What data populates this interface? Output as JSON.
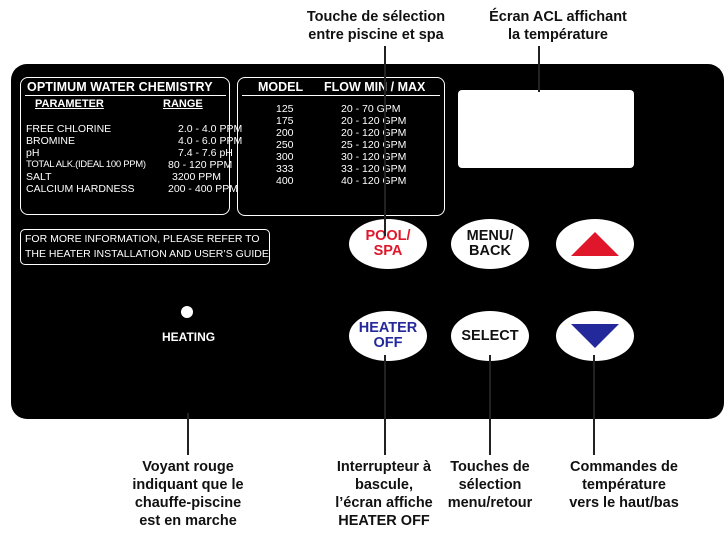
{
  "callouts": {
    "pool_spa": [
      "Touche de sélection",
      "entre piscine et spa"
    ],
    "lcd": [
      "Écran ACL affichant",
      "la température"
    ],
    "heating_led": [
      "Voyant rouge",
      "indiquant que le",
      "chauffe-piscine",
      "est en marche"
    ],
    "heater_off": [
      "Interrupteur à",
      "bascule,",
      "l’écran affiche",
      "HEATER OFF"
    ],
    "menu_select": [
      "Touches de",
      "sélection",
      "menu/retour"
    ],
    "temp": [
      "Commandes de",
      "température",
      "vers le haut/bas"
    ]
  },
  "chemistry": {
    "title": "OPTIMUM WATER CHEMISTRY",
    "col_parameter": "PARAMETER",
    "col_range": "RANGE",
    "rows": [
      {
        "parameter": "FREE CHLORINE",
        "range": "2.0 - 4.0 PPM"
      },
      {
        "parameter": "BROMINE",
        "range": "4.0 - 6.0 PPM"
      },
      {
        "parameter": "pH",
        "range": "7.4 - 7.6 pH"
      },
      {
        "parameter": "TOTAL ALK.(IDEAL 100 PPM)",
        "range": "80 - 120 PPM"
      },
      {
        "parameter": "SALT",
        "range": "3200 PPM"
      },
      {
        "parameter": "CALCIUM HARDNESS",
        "range": "200 - 400 PPM"
      }
    ]
  },
  "flow": {
    "col_model": "MODEL",
    "col_flow": "FLOW MIN / MAX",
    "rows": [
      {
        "model": "125",
        "flow": "20 - 70 GPM"
      },
      {
        "model": "175",
        "flow": "20 - 120 GPM"
      },
      {
        "model": "200",
        "flow": "20 - 120 GPM"
      },
      {
        "model": "250",
        "flow": "25 - 120 GPM"
      },
      {
        "model": "300",
        "flow": "30 - 120 GPM"
      },
      {
        "model": "333",
        "flow": "33 - 120 GPM"
      },
      {
        "model": "400",
        "flow": "40 - 120 GPM"
      }
    ]
  },
  "info": [
    "FOR MORE INFORMATION, PLEASE REFER TO",
    "THE HEATER INSTALLATION AND USER’S GUIDE"
  ],
  "buttons": {
    "pool_spa": [
      "POOL/",
      "SPA"
    ],
    "menu_back": [
      "MENU/",
      "BACK"
    ],
    "heater_off": [
      "HEATER",
      "OFF"
    ],
    "select": "SELECT"
  },
  "heating_label": "HEATING",
  "colors": {
    "panel": "#000000",
    "up_arrow": "#e0162b",
    "down_arrow": "#23289a",
    "pool_spa_text": "#e0162b",
    "heater_off_text": "#23289a"
  },
  "icons": {
    "up": "up-arrow-icon",
    "down": "down-arrow-icon"
  }
}
